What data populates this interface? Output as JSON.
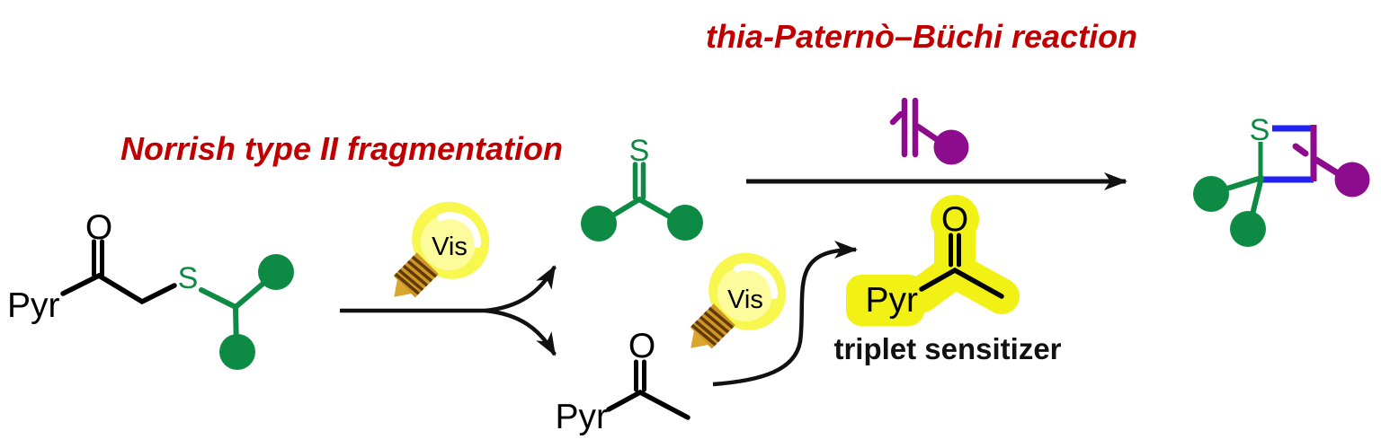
{
  "titles": {
    "reaction": "thia-Paternò–Büchi reaction",
    "fragmentation": "Norrish type II fragmentation",
    "sensitizer_caption": "triplet sensitizer"
  },
  "atoms": {
    "reactant_pyr": "Pyr",
    "reactant_o": "O",
    "reactant_s": "S",
    "thioketone_s": "S",
    "ketone_o": "O",
    "ketone_pyr": "Pyr",
    "sensitizer_o": "O",
    "sensitizer_pyr": "Pyr",
    "product_s": "S"
  },
  "light": {
    "vis1": "Vis",
    "vis2": "Vis"
  },
  "colors": {
    "accent_red": "#c00000",
    "green": "#0d8b44",
    "purple": "#8d0b8d",
    "blue": "#2222f0",
    "black": "#111111",
    "highlight_yellow": "#f1f115",
    "bulb_glow_outer": "#f7f74e",
    "bulb_glow_inner": "#fcfc9c",
    "bulb_base_gold": "#cf9627",
    "bulb_base_dark": "#5f3a05"
  }
}
